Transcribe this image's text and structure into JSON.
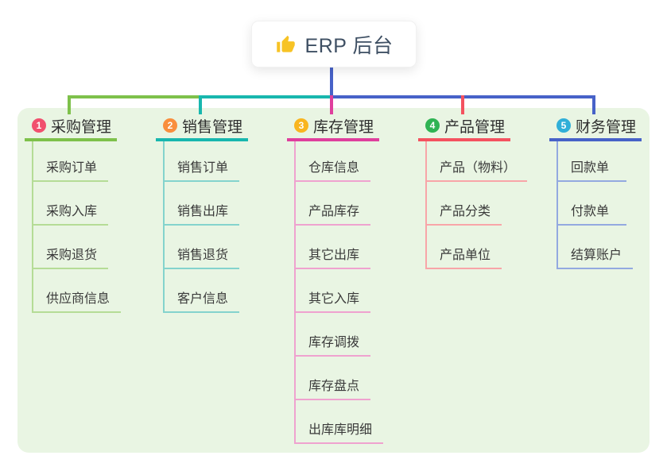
{
  "root": {
    "label": "ERP 后台",
    "icon": "thumbs-up-icon",
    "icon_color": "#f7c325",
    "text_color": "#3e4f63"
  },
  "colors": {
    "page_bg": "#ffffff",
    "panel_bg": "#e9f5e3",
    "root_line": "#4762c8"
  },
  "branches": [
    {
      "index": "1",
      "title": "采购管理",
      "badge_color": "#f1506e",
      "line_color": "#7ec14b",
      "light_color": "#b5dc96",
      "children": [
        "采购订单",
        "采购入库",
        "采购退货",
        "供应商信息"
      ]
    },
    {
      "index": "2",
      "title": "销售管理",
      "badge_color": "#f98e3d",
      "line_color": "#18b7ae",
      "light_color": "#84d3cd",
      "children": [
        "销售订单",
        "销售出库",
        "销售退货",
        "客户信息"
      ]
    },
    {
      "index": "3",
      "title": "库存管理",
      "badge_color": "#f9b51f",
      "line_color": "#df3f9d",
      "light_color": "#efa2cf",
      "children": [
        "仓库信息",
        "产品库存",
        "其它出库",
        "其它入库",
        "库存调拨",
        "库存盘点",
        "出库库明细"
      ]
    },
    {
      "index": "4",
      "title": "产品管理",
      "badge_color": "#2fb353",
      "line_color": "#f4525f",
      "light_color": "#f8a5a8",
      "children": [
        "产品（物料）",
        "产品分类",
        "产品单位"
      ]
    },
    {
      "index": "5",
      "title": "财务管理",
      "badge_color": "#30afd8",
      "line_color": "#4762c8",
      "light_color": "#93a9e0",
      "children": [
        "回款单",
        "付款单",
        "结算账户"
      ]
    }
  ]
}
